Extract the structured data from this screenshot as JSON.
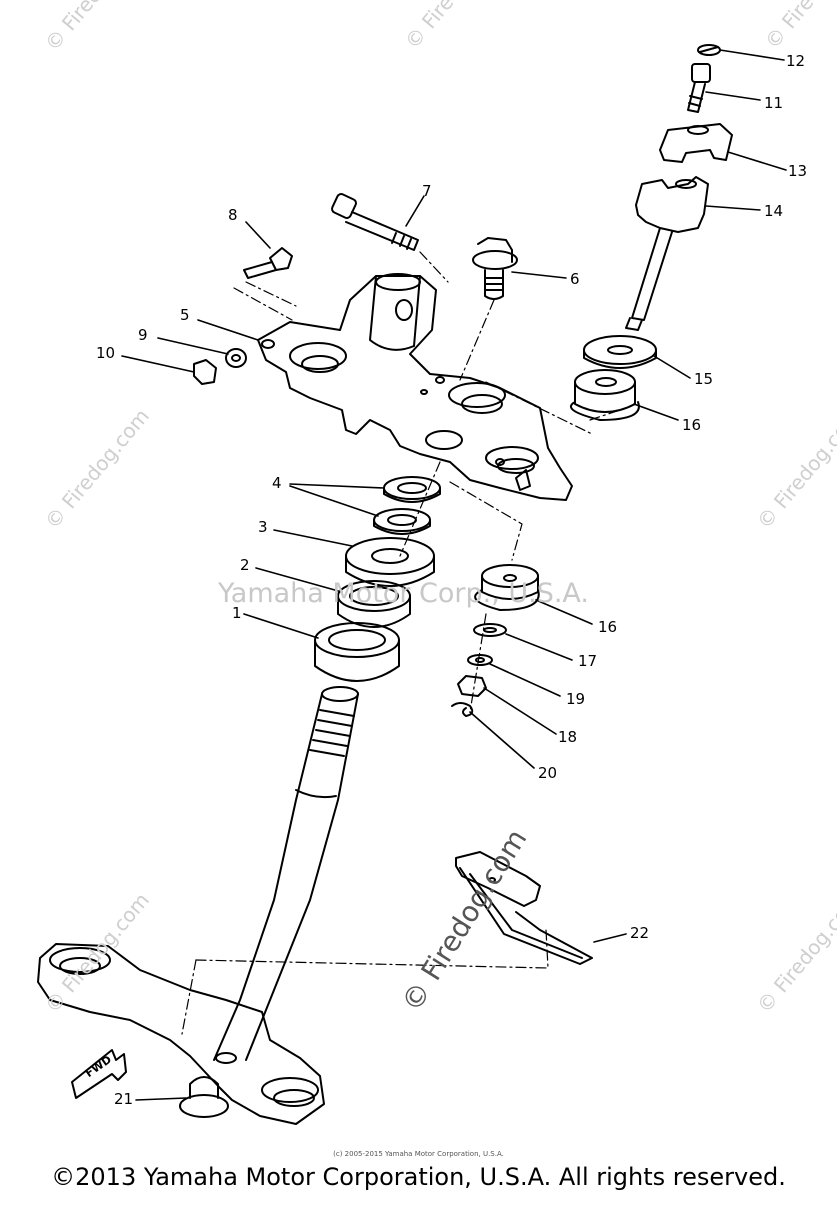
{
  "diagram": {
    "watermark_strip": "Yamaha Motor Corp., U.S.A.",
    "watermark_site": "© Firedog.com",
    "fwd_label": "FWD",
    "copyright_small": "(c) 2005-2015 Yamaha Motor Corporation, U.S.A.",
    "copyright_main": "©2013 Yamaha Motor Corporation, U.S.A. All rights reserved.",
    "callouts": [
      "1",
      "2",
      "3",
      "4",
      "5",
      "6",
      "7",
      "8",
      "9",
      "10",
      "11",
      "12",
      "13",
      "14",
      "15",
      "16",
      "16",
      "17",
      "18",
      "19",
      "20",
      "21",
      "22"
    ]
  }
}
